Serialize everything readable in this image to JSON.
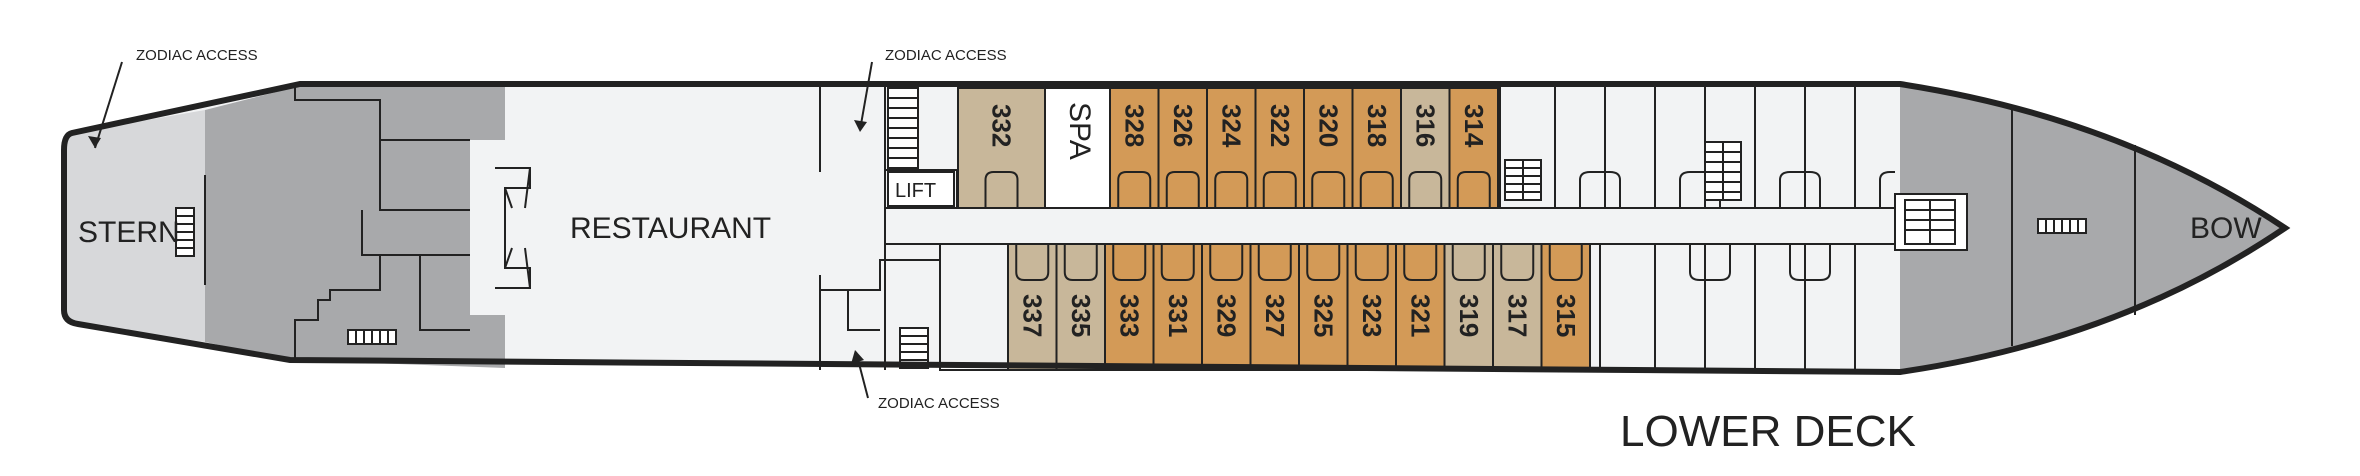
{
  "deck": {
    "title": "LOWER DECK",
    "colors": {
      "hull_outline": "#222222",
      "stern_room": "#d7d8da",
      "service_dark": "#a8a9ab",
      "corridor": "#f2f3f4",
      "cabin_orange": "#d39a57",
      "cabin_tan": "#c8b79a",
      "white": "#ffffff"
    }
  },
  "labels": {
    "stern": "STERN",
    "bow": "BOW",
    "restaurant": "RESTAURANT",
    "spa": "SPA",
    "lift": "LIFT",
    "zodiac_top_left": "ZODIAC ACCESS",
    "zodiac_top_mid": "ZODIAC ACCESS",
    "zodiac_bottom": "ZODIAC ACCESS"
  },
  "cabins_top": [
    {
      "number": "332",
      "category": "tan"
    },
    {
      "number": "328",
      "category": "orange"
    },
    {
      "number": "326",
      "category": "orange"
    },
    {
      "number": "324",
      "category": "orange"
    },
    {
      "number": "322",
      "category": "orange"
    },
    {
      "number": "320",
      "category": "orange"
    },
    {
      "number": "318",
      "category": "orange"
    },
    {
      "number": "316",
      "category": "tan"
    },
    {
      "number": "314",
      "category": "orange"
    }
  ],
  "cabins_bottom": [
    {
      "number": "337",
      "category": "tan"
    },
    {
      "number": "335",
      "category": "tan"
    },
    {
      "number": "333",
      "category": "orange"
    },
    {
      "number": "331",
      "category": "orange"
    },
    {
      "number": "329",
      "category": "orange"
    },
    {
      "number": "327",
      "category": "orange"
    },
    {
      "number": "325",
      "category": "orange"
    },
    {
      "number": "323",
      "category": "orange"
    },
    {
      "number": "321",
      "category": "orange"
    },
    {
      "number": "319",
      "category": "tan"
    },
    {
      "number": "317",
      "category": "tan"
    },
    {
      "number": "315",
      "category": "orange"
    }
  ]
}
